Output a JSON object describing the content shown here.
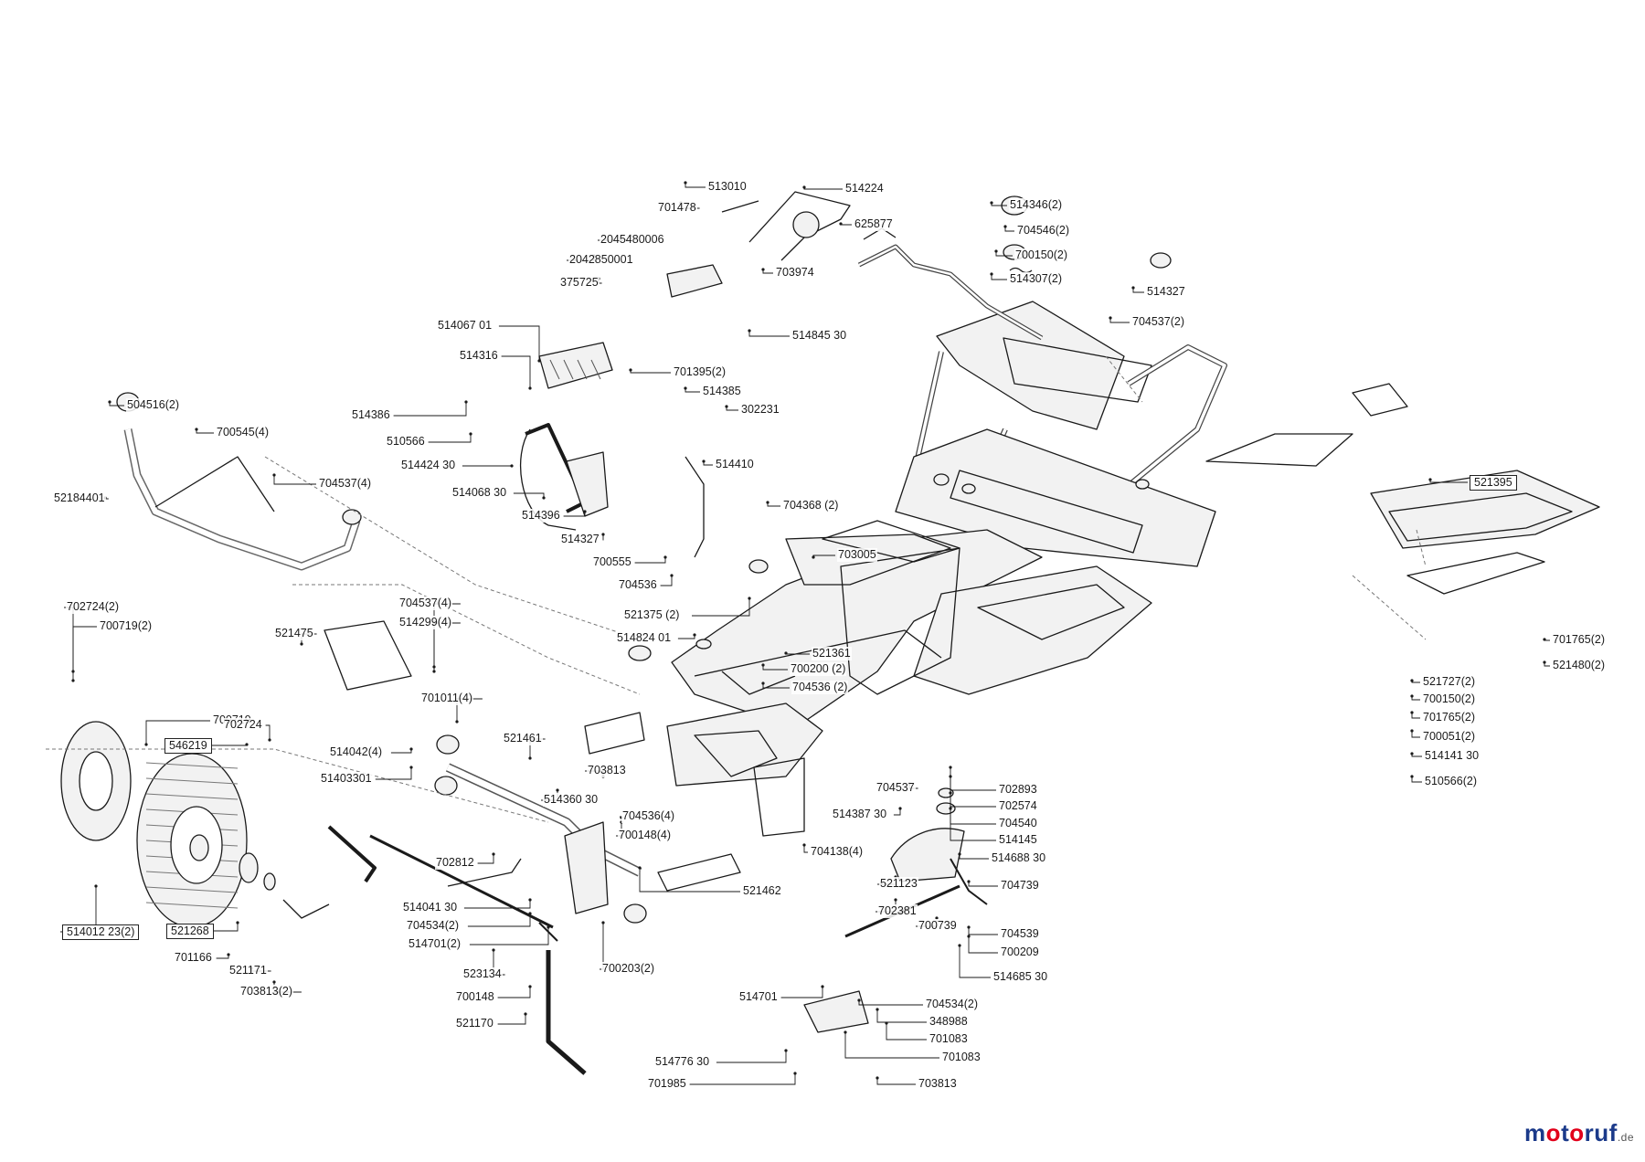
{
  "diagram": {
    "labels": [
      "513010",
      "514224",
      "701478",
      "625877",
      "2045480006",
      "2042850001",
      "703974",
      "375725",
      "514845 30",
      "514346(2)",
      "704546(2)",
      "700150(2)",
      "514307(2)",
      "514327",
      "704537(2)",
      "514067 01",
      "514316",
      "701395(2)",
      "514385",
      "302231",
      "514386",
      "510566",
      "514424 30",
      "514068 30",
      "514396",
      "514327",
      "514410",
      "504516(2)",
      "700545(4)",
      "704537(4)",
      "52184401",
      "704368 (2)",
      "703005",
      "521375 (2)",
      "514824 01",
      "521361",
      "700200 (2)",
      "704536 (2)",
      "700555",
      "704536",
      "521395",
      "701765(2)",
      "521480(2)",
      "521727(2)",
      "700150(2)",
      "701765(2)",
      "700051(2)",
      "514141 30",
      "510566(2)",
      "702724(2)",
      "700719(2)",
      "521475",
      "704537(4)",
      "514299(4)",
      "701011(4)",
      "700719",
      "546219",
      "702724",
      "514042(4)",
      "51403301",
      "521461",
      "703813",
      "514360 30",
      "704536(4)",
      "700148(4)",
      "521462",
      "702812",
      "514041 30",
      "704534(2)",
      "514701(2)",
      "523134",
      "700148",
      "521170",
      "700203(2)",
      "514012 23(2)",
      "521268",
      "701166",
      "521171",
      "703813(2)",
      "702893",
      "702574",
      "704540",
      "514145",
      "704537",
      "514387 30",
      "704138(4)",
      "514688 30",
      "704739",
      "521123",
      "702381",
      "700739",
      "704539",
      "700209",
      "514685 30",
      "514701",
      "704534(2)",
      "348988",
      "701083",
      "701083",
      "514776 30",
      "701985",
      "703813"
    ]
  },
  "logo": {
    "text": "motoruf",
    "tld": ".de"
  },
  "colors": {
    "line": "#1a1a1a",
    "part_fill": "#f2f2f2",
    "dashed": "#777777",
    "logo_o": "#e2001a",
    "logo_text": "#1b3a8a"
  }
}
